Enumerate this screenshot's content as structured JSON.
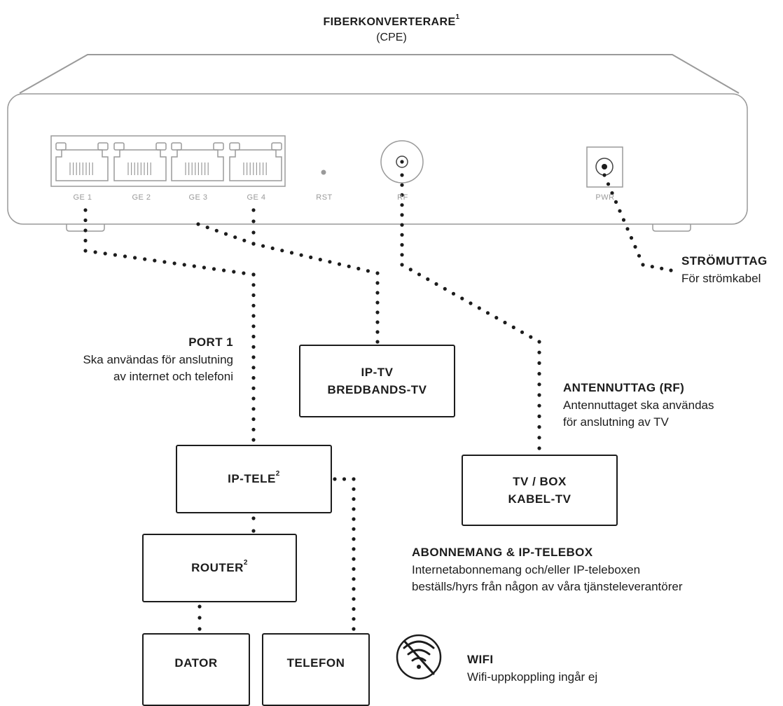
{
  "device": {
    "title": "FIBERKONVERTERARE",
    "title_sup": "1",
    "subtitle": "(CPE)",
    "ports": [
      "GE 1",
      "GE 2",
      "GE 3",
      "GE 4",
      "RST",
      "RF",
      "PWR"
    ]
  },
  "strom": {
    "heading": "STRÖMUTTAG",
    "text": "För strömkabel"
  },
  "port1": {
    "heading": "PORT 1",
    "lines": [
      "Ska användas för anslutning",
      "av internet och telefoni"
    ]
  },
  "antenn": {
    "heading": "ANTENNUTTAG (RF)",
    "lines": [
      "Antennuttaget ska användas",
      "för anslutning av TV"
    ]
  },
  "abonnemang": {
    "heading": "ABONNEMANG & IP-TELEBOX",
    "lines": [
      "Internetabonnemang och/eller IP-teleboxen",
      "beställs/hyrs från någon av våra tjänsteleverantörer"
    ]
  },
  "wifi": {
    "heading": "WIFI",
    "text": "Wifi-uppkoppling ingår ej"
  },
  "boxes": {
    "iptv": [
      "IP-TV",
      "BREDBANDS-TV"
    ],
    "tvbox": [
      "TV / BOX",
      "KABEL-TV"
    ],
    "iptele": "IP-TELE",
    "iptele_sup": "2",
    "router": "ROUTER",
    "router_sup": "2",
    "dator": "DATOR",
    "telefon": "TELEFON"
  },
  "colors": {
    "line": "#1c1c1c",
    "device_outline": "#9a9a9a",
    "background": "#ffffff"
  },
  "icons": {
    "wifi_off": "wifi-off-icon"
  }
}
